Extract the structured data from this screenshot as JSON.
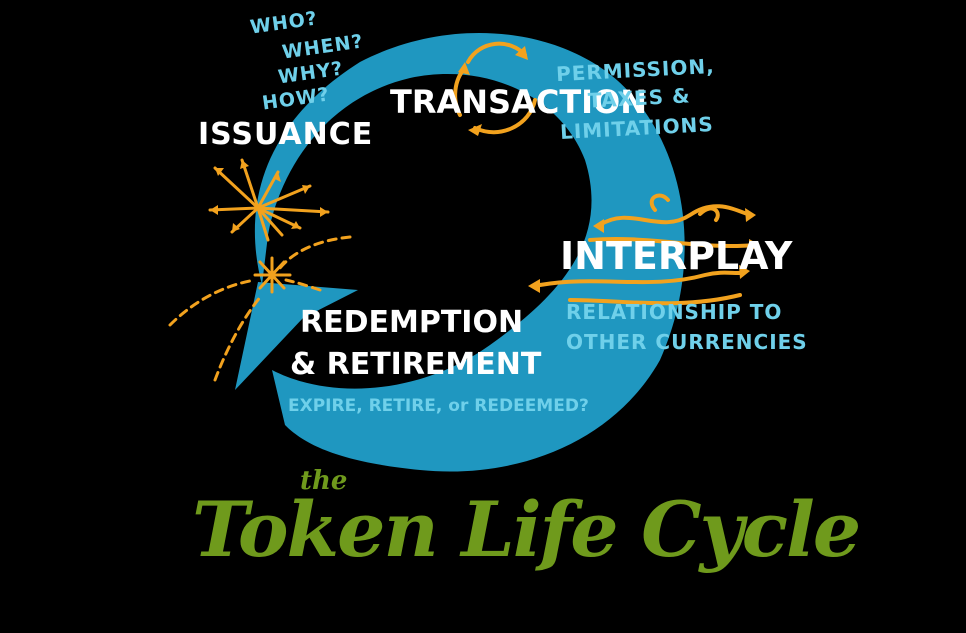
{
  "colors": {
    "background": "#000000",
    "cycle_arrow": "#1f97c0",
    "accent_orange": "#f2a21e",
    "label_white": "#ffffff",
    "label_blue": "#6fd0ea",
    "title_green": "#6f9a1c"
  },
  "issuance": {
    "questions": [
      "WHO?",
      "WHEN?",
      "WHY?",
      "HOW?"
    ],
    "title": "ISSUANCE"
  },
  "transaction": {
    "title": "TRANSACTION",
    "detail_lines": [
      "PERMISSION,",
      "TAXES &",
      "LIMITATIONS"
    ]
  },
  "interplay": {
    "title": "INTERPLAY",
    "detail_lines": [
      "RELATIONSHIP TO",
      "OTHER CURRENCIES"
    ]
  },
  "redemption": {
    "title_lines": [
      "REDEMPTION",
      "& RETIREMENT"
    ],
    "detail": "EXPIRE, RETIRE, or REDEEMED?"
  },
  "footer": {
    "small": "the",
    "main": "Token Life Cycle"
  }
}
